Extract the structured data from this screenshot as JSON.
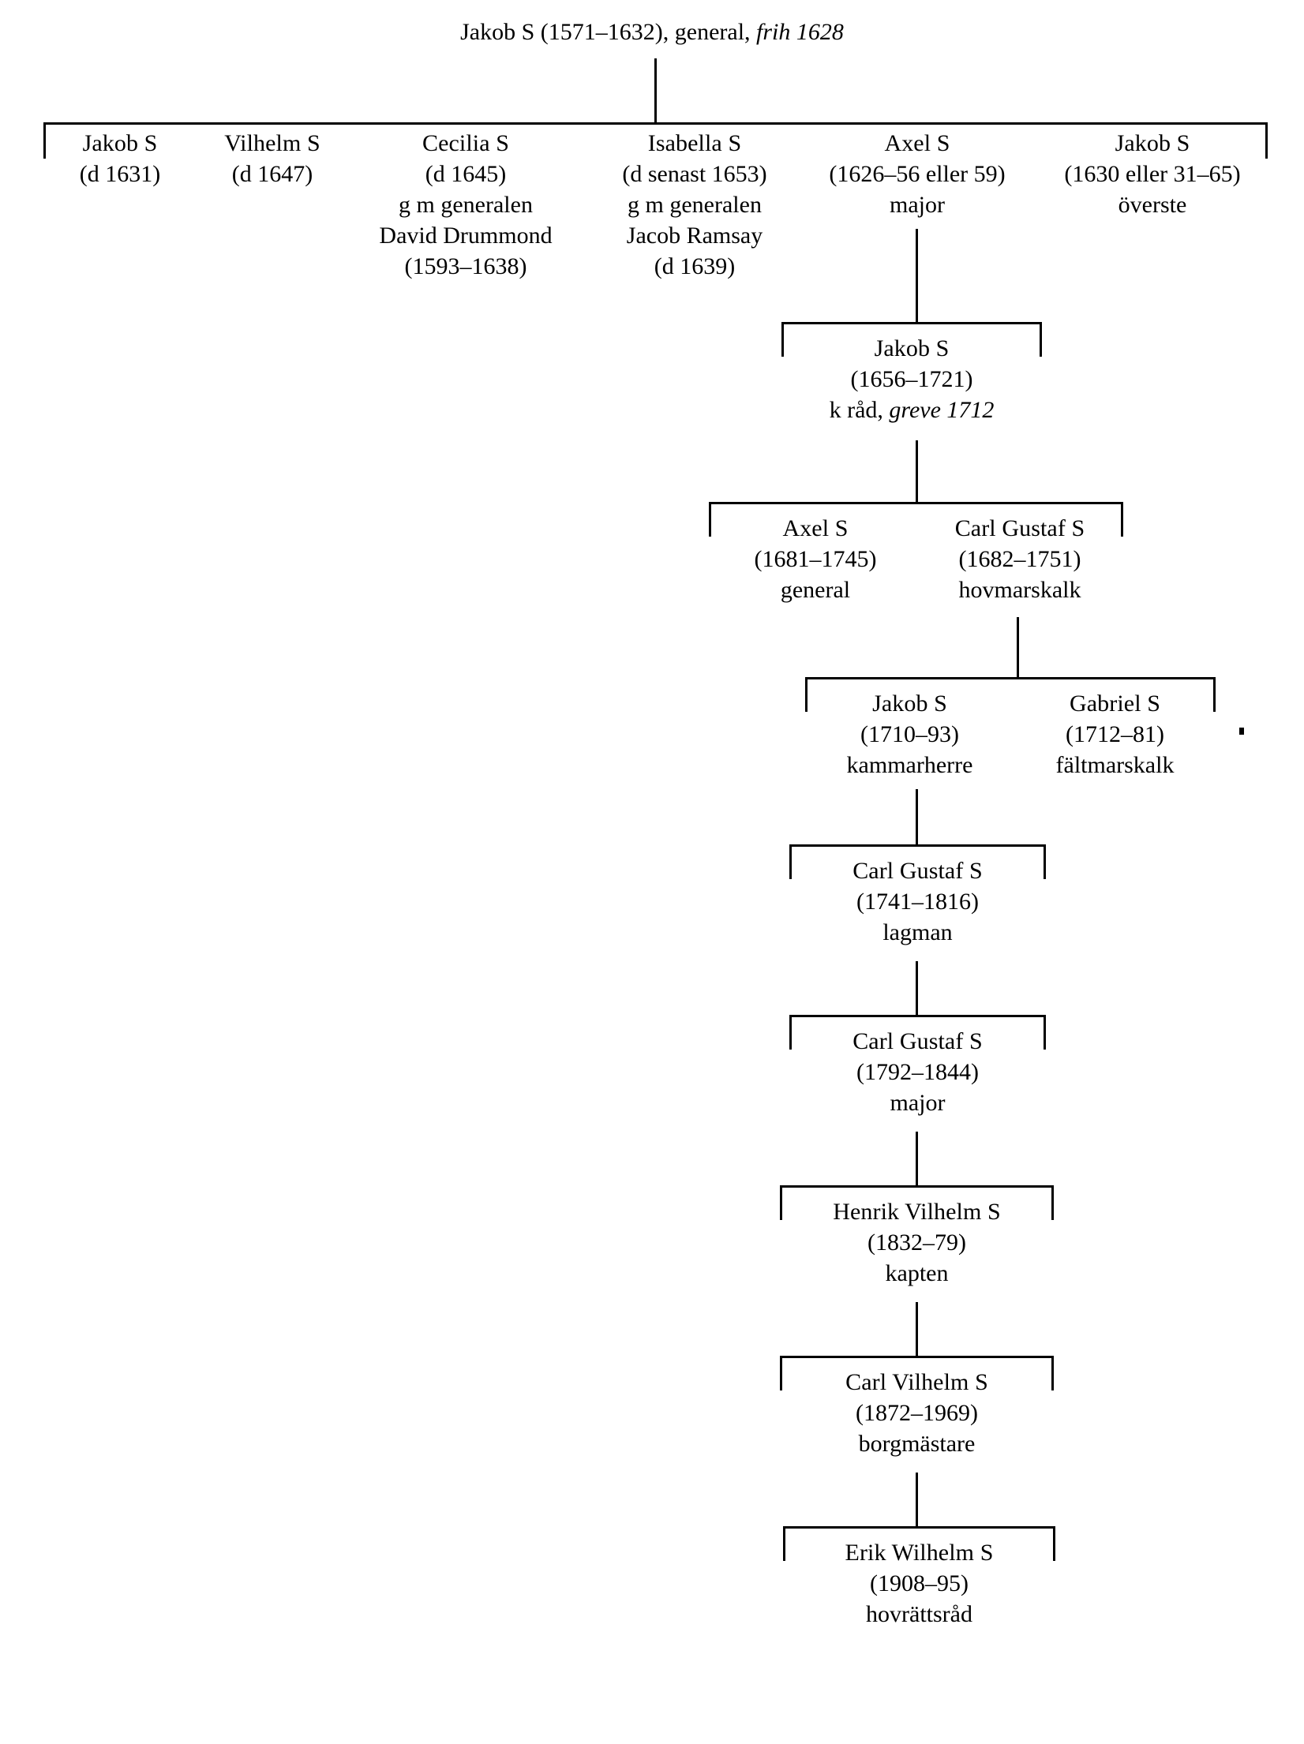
{
  "chart": {
    "kind": "genealogical-tree",
    "family_initial": "S",
    "root": {
      "id": "jakob-1571",
      "name": "Jakob S",
      "dates": "(1571–1632)",
      "title_line": "Jakob S (1571–1632), general, frih 1628",
      "occupation": "general",
      "honour": "frih 1628",
      "honour_italic": true
    },
    "generations": [
      {
        "level": 2,
        "children": [
          {
            "id": "jakob-d1631",
            "lines": [
              "Jakob S",
              "(d 1631)"
            ]
          },
          {
            "id": "vilhelm-d1647",
            "lines": [
              "Vilhelm S",
              "(d 1647)"
            ]
          },
          {
            "id": "cecilia-d1645",
            "lines": [
              "Cecilia S",
              "(d 1645)",
              "g m generalen",
              "David Drummond",
              "(1593–1638)"
            ]
          },
          {
            "id": "isabella-d1653",
            "lines": [
              "Isabella S",
              "(d senast 1653)",
              "g m generalen",
              "Jacob Ramsay",
              "(d 1639)"
            ]
          },
          {
            "id": "axel-1626",
            "lines": [
              "Axel S",
              "(1626–56 eller 59)",
              "major"
            ]
          },
          {
            "id": "jakob-1630",
            "lines": [
              "Jakob S",
              "(1630 eller 31–65)",
              "överste"
            ]
          }
        ]
      },
      {
        "level": 3,
        "children": [
          {
            "id": "jakob-1656",
            "lines": [
              "Jakob S",
              "(1656–1721)"
            ],
            "last_line_plain": "k råd, ",
            "last_line_italic": "greve 1712"
          }
        ]
      },
      {
        "level": 4,
        "children": [
          {
            "id": "axel-1681",
            "lines": [
              "Axel S",
              "(1681–1745)",
              "general"
            ]
          },
          {
            "id": "carlgustaf-1682",
            "lines": [
              "Carl Gustaf S",
              "(1682–1751)",
              "hovmarskalk"
            ]
          }
        ]
      },
      {
        "level": 5,
        "children": [
          {
            "id": "jakob-1710",
            "lines": [
              "Jakob S",
              "(1710–93)",
              "kammarherre"
            ]
          },
          {
            "id": "gabriel-1712",
            "lines": [
              "Gabriel S",
              "(1712–81)",
              "fältmarskalk"
            ]
          }
        ]
      },
      {
        "level": 6,
        "children": [
          {
            "id": "carlgustaf-1741",
            "lines": [
              "Carl Gustaf S",
              "(1741–1816)",
              "lagman"
            ]
          }
        ]
      },
      {
        "level": 7,
        "children": [
          {
            "id": "carlgustaf-1792",
            "lines": [
              "Carl Gustaf S",
              "(1792–1844)",
              "major"
            ]
          }
        ]
      },
      {
        "level": 8,
        "children": [
          {
            "id": "henrikvilhelm-1832",
            "lines": [
              "Henrik Vilhelm S",
              "(1832–79)",
              "kapten"
            ]
          }
        ]
      },
      {
        "level": 9,
        "children": [
          {
            "id": "carlvilhelm-1872",
            "lines": [
              "Carl Vilhelm S",
              "(1872–1969)",
              "borgmästare"
            ]
          }
        ]
      },
      {
        "level": 10,
        "children": [
          {
            "id": "erikwilhelm-1908",
            "lines": [
              "Erik Wilhelm S",
              "(1908–95)",
              "hovrättsråd"
            ]
          }
        ]
      }
    ]
  },
  "title": {
    "name": "Jakob S ",
    "dates": "(1571–1632), general, ",
    "honour": "frih 1628"
  },
  "n1": {
    "l1": "Jakob S",
    "l2": "(d 1631)"
  },
  "n2": {
    "l1": "Vilhelm S",
    "l2": "(d 1647)"
  },
  "n3": {
    "l1": "Cecilia S",
    "l2": "(d 1645)",
    "l3": "g m generalen",
    "l4": "David Drummond",
    "l5": "(1593–1638)"
  },
  "n4": {
    "l1": "Isabella S",
    "l2": "(d senast 1653)",
    "l3": "g m generalen",
    "l4": "Jacob Ramsay",
    "l5": "(d 1639)"
  },
  "n5": {
    "l1": "Axel S",
    "l2": "(1626–56 eller 59)",
    "l3": "major"
  },
  "n6": {
    "l1": "Jakob S",
    "l2": "(1630 eller 31–65)",
    "l3": "överste"
  },
  "n7": {
    "l1": "Jakob S",
    "l2": "(1656–1721)",
    "l3a": "k råd, ",
    "l3b": "greve 1712"
  },
  "n8": {
    "l1": "Axel S",
    "l2": "(1681–1745)",
    "l3": "general"
  },
  "n9": {
    "l1": "Carl Gustaf S",
    "l2": "(1682–1751)",
    "l3": "hovmarskalk"
  },
  "n10": {
    "l1": "Jakob S",
    "l2": "(1710–93)",
    "l3": "kammarherre"
  },
  "n11": {
    "l1": "Gabriel S",
    "l2": "(1712–81)",
    "l3": "fältmarskalk"
  },
  "n12": {
    "l1": "Carl Gustaf S",
    "l2": "(1741–1816)",
    "l3": "lagman"
  },
  "n13": {
    "l1": "Carl Gustaf S",
    "l2": "(1792–1844)",
    "l3": "major"
  },
  "n14": {
    "l1": "Henrik Vilhelm S",
    "l2": "(1832–79)",
    "l3": "kapten"
  },
  "n15": {
    "l1": "Carl Vilhelm S",
    "l2": "(1872–1969)",
    "l3": "borgmästare"
  },
  "n16": {
    "l1": "Erik Wilhelm S",
    "l2": "(1908–95)",
    "l3": "hovrättsråd"
  },
  "colors": {
    "ink": "#000000",
    "paper": "#ffffff"
  }
}
